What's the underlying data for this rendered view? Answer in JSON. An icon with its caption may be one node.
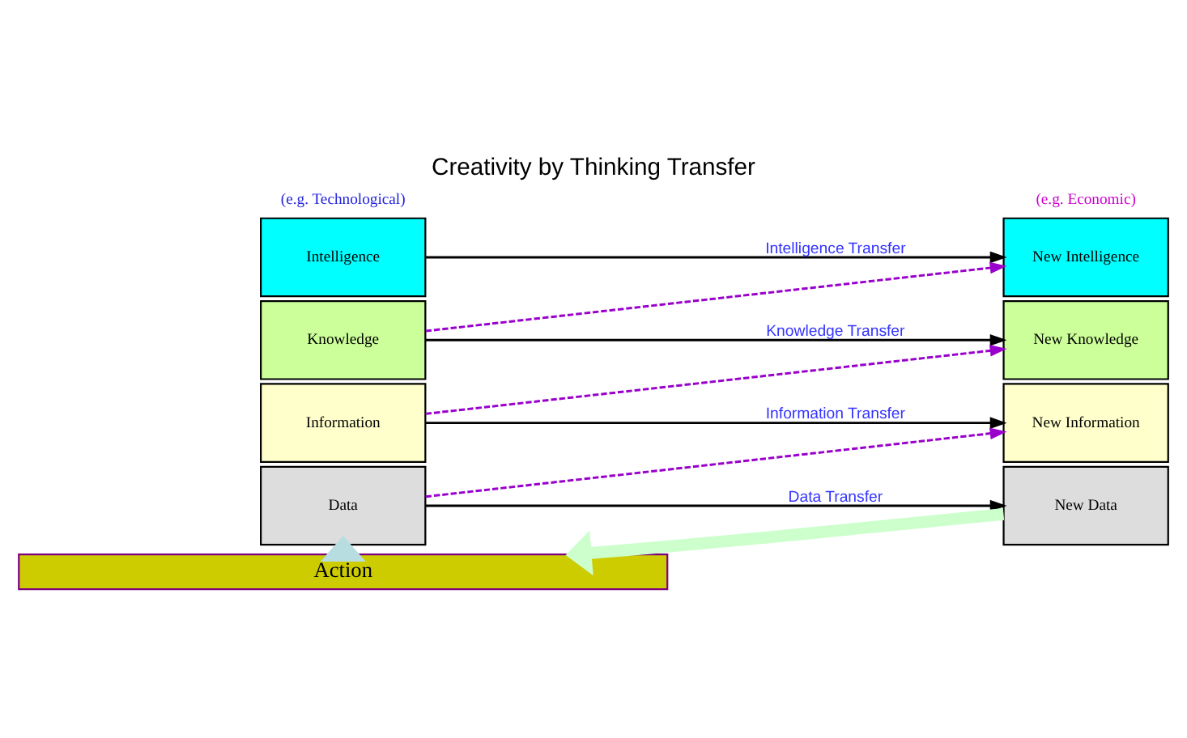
{
  "diagram": {
    "title": "Creativity by Thinking Transfer",
    "nodes": [
      {
        "text": [
          "Intelligence"
        ]
      },
      {
        "text": [
          "Knowledge"
        ]
      },
      {
        "text": [
          "Information"
        ]
      },
      {
        "text": [
          "Data"
        ]
      },
      {
        "text": [
          "New Intelligence"
        ]
      },
      {
        "text": [
          "New Knowledge"
        ]
      },
      {
        "text": [
          "New Information"
        ]
      },
      {
        "text": [
          "New Data"
        ]
      },
      {
        "text": [
          "Action"
        ]
      }
    ],
    "edges": [
      {
        "from": 0,
        "to": 4,
        "arrow": "to",
        "label": "Intelligence Transfer"
      },
      {
        "from": 1,
        "to": 4,
        "arrow": "to",
        "style": "dashed",
        "color": "#9900cc"
      },
      {
        "from": 1,
        "to": 5,
        "arrow": "to",
        "label": "Knowledge Transfer"
      },
      {
        "from": 2,
        "to": 5,
        "arrow": "to",
        "style": "dashed",
        "color": "#9900cc"
      },
      {
        "from": 2,
        "to": 6,
        "arrow": "to",
        "label": "Information Transfer"
      },
      {
        "from": 3,
        "to": 6,
        "arrow": "to",
        "style": "dashed",
        "color": "#9900cc"
      },
      {
        "from": 3,
        "to": 7,
        "arrow": "to",
        "label": "Data Transfer"
      },
      {
        "from": 8,
        "to": 3,
        "arrow": "to",
        "style": "thick",
        "color": "#b8dde0"
      },
      {
        "from": 7,
        "to": 8,
        "arrow": "to",
        "style": "thick",
        "color": "#ccffcc"
      }
    ],
    "labels": [
      "(e.g. Technological)",
      "(e.g. Economic)"
    ]
  }
}
